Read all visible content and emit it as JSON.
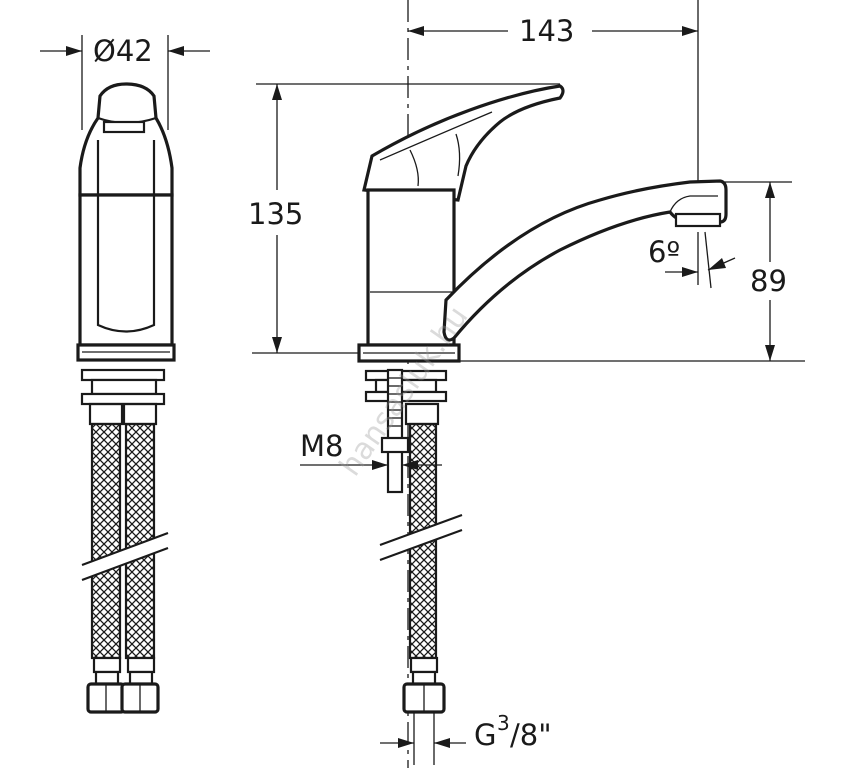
{
  "dimensions": {
    "diameter": "Ø42",
    "spout_length": "143",
    "body_height": "135",
    "spout_height": "89",
    "angle": "6º",
    "mount_thread": "M8",
    "hose_thread_prefix": "G",
    "hose_thread_sup": "3",
    "hose_thread_suffix": "/8\""
  },
  "watermark": "hansasluk.hu",
  "colors": {
    "line": "#1a1a1a",
    "background": "#ffffff",
    "watermark": "#9a9a9a"
  }
}
